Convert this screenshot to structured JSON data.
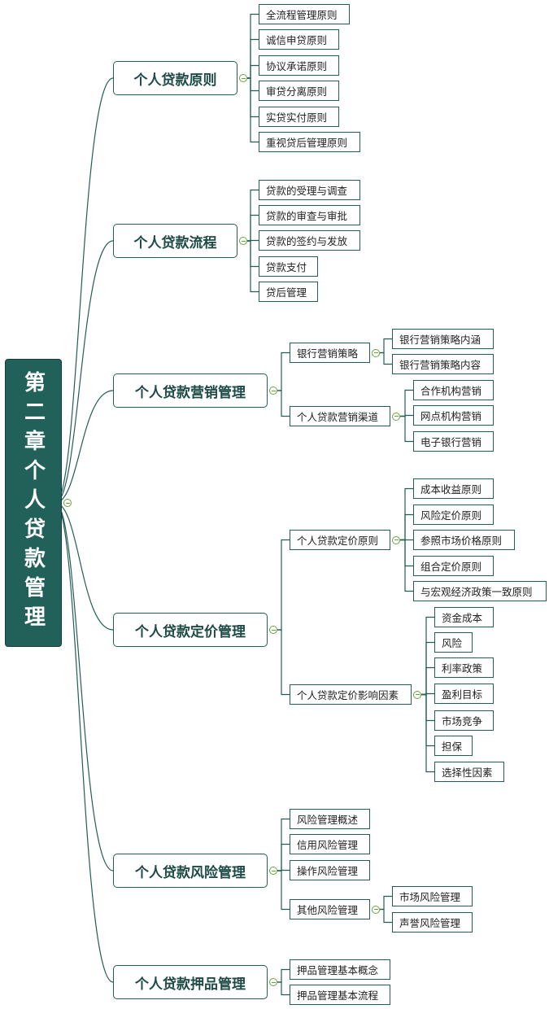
{
  "root": {
    "title": "第二章个人贷款管理"
  },
  "branches": [
    {
      "label": "个人贷款原则",
      "children": [
        {
          "label": "全流程管理原则"
        },
        {
          "label": "诚信申贷原则"
        },
        {
          "label": "协议承诺原则"
        },
        {
          "label": "审贷分离原则"
        },
        {
          "label": "实贷实付原则"
        },
        {
          "label": "重视贷后管理原则"
        }
      ]
    },
    {
      "label": "个人贷款流程",
      "children": [
        {
          "label": "贷款的受理与调查"
        },
        {
          "label": "贷款的审查与审批"
        },
        {
          "label": "贷款的签约与发放"
        },
        {
          "label": "贷款支付"
        },
        {
          "label": "贷后管理"
        }
      ]
    },
    {
      "label": "个人贷款营销管理",
      "children": [
        {
          "label": "银行营销策略",
          "children": [
            {
              "label": "银行营销策略内涵"
            },
            {
              "label": "银行营销策略内容"
            }
          ]
        },
        {
          "label": "个人贷款营销渠道",
          "children": [
            {
              "label": "合作机构营销"
            },
            {
              "label": "网点机构营销"
            },
            {
              "label": "电子银行营销"
            }
          ]
        }
      ]
    },
    {
      "label": "个人贷款定价管理",
      "children": [
        {
          "label": "个人贷款定价原则",
          "children": [
            {
              "label": "成本收益原则"
            },
            {
              "label": "风险定价原则"
            },
            {
              "label": "参照市场价格原则"
            },
            {
              "label": "组合定价原则"
            },
            {
              "label": "与宏观经济政策一致原则"
            }
          ]
        },
        {
          "label": "个人贷款定价影响因素",
          "children": [
            {
              "label": "资金成本"
            },
            {
              "label": "风险"
            },
            {
              "label": "利率政策"
            },
            {
              "label": "盈利目标"
            },
            {
              "label": "市场竞争"
            },
            {
              "label": "担保"
            },
            {
              "label": "选择性因素"
            }
          ]
        }
      ]
    },
    {
      "label": "个人贷款风险管理",
      "children": [
        {
          "label": "风险管理概述"
        },
        {
          "label": "信用风险管理"
        },
        {
          "label": "操作风险管理"
        },
        {
          "label": "其他风险管理",
          "children": [
            {
              "label": "市场风险管理"
            },
            {
              "label": "声誉风险管理"
            }
          ]
        }
      ]
    },
    {
      "label": "个人贷款押品管理",
      "children": [
        {
          "label": "押品管理基本概念"
        },
        {
          "label": "押品管理基本流程"
        }
      ]
    }
  ],
  "colors": {
    "root": "#22615a",
    "border": "#235e56",
    "collapse": "#6aa53a"
  }
}
